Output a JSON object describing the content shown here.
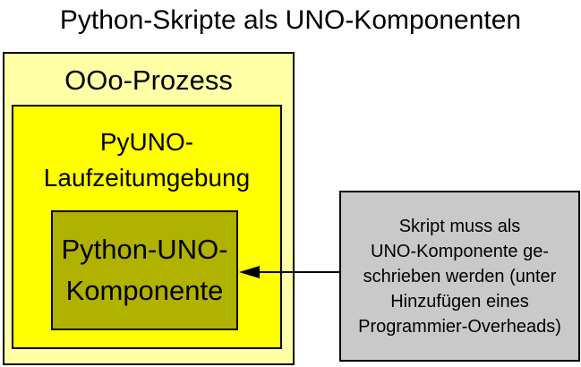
{
  "title": "Python-Skripte als UNO-Komponenten",
  "colors": {
    "outer_box_bg": "#ffffa6",
    "runtime_box_bg": "#ffff00",
    "component_box_bg": "#b1b100",
    "note_box_bg": "#c9c9c9",
    "border": "#000000",
    "text": "#000000",
    "background": "#ffffff"
  },
  "boxes": {
    "outer": {
      "label": "OOo-Prozess"
    },
    "runtime": {
      "line1": "PyUNO-",
      "line2": "Laufzeitumgebung"
    },
    "component": {
      "line1": "Python-UNO-",
      "line2": "Komponente"
    }
  },
  "note": {
    "lines": [
      "Skript muss als",
      "UNO-Komponente ge-",
      "schrieben werden (unter",
      "Hinzufügen eines",
      "Programmier-Overheads)"
    ]
  },
  "arrow": {
    "direction": "left",
    "from": "note-box",
    "to": "python-uno-component-box"
  }
}
